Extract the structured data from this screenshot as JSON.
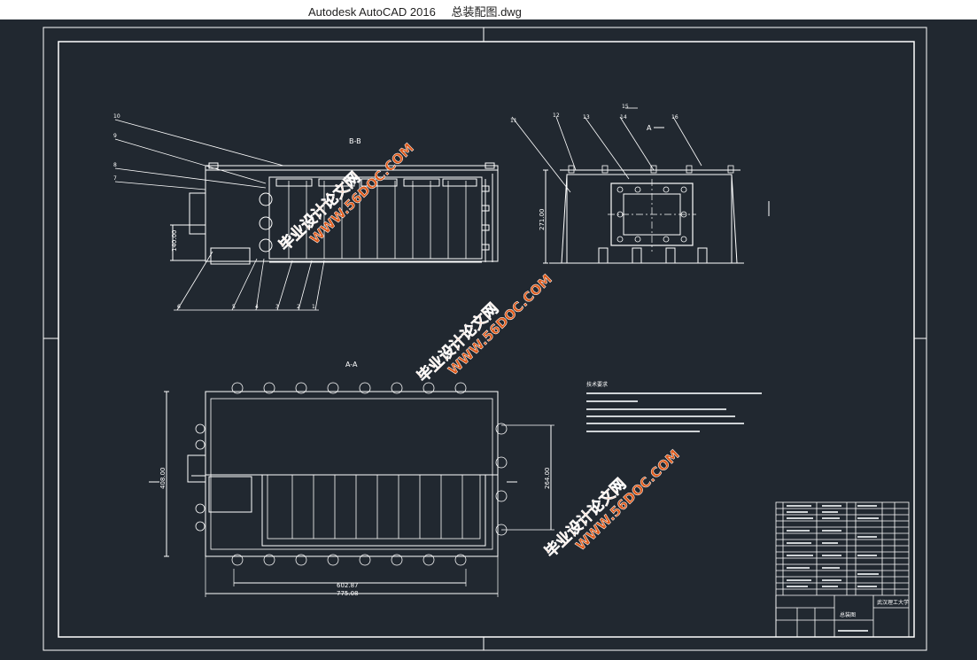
{
  "window": {
    "app_title": "Autodesk AutoCAD 2016",
    "file_name": "总装配图.dwg"
  },
  "drawing": {
    "section_bb_label": "B-B",
    "section_aa_label": "A-A",
    "view_a_label": "A",
    "dims": {
      "height_140": "140.00",
      "height_271": "271.00",
      "height_408": "408.00",
      "height_264": "264.00",
      "width_602": "602.87",
      "width_775": "775.08"
    },
    "leaders_left": [
      "10",
      "9",
      "8",
      "7",
      "6",
      "5",
      "4",
      "3",
      "2",
      "1"
    ],
    "leaders_right": [
      "11",
      "12",
      "13",
      "14",
      "15",
      "16"
    ],
    "tech_title": "技术要求",
    "title_block": {
      "school": "武汉理工大学",
      "drawing_name": "总装图"
    }
  },
  "watermarks": [
    {
      "line1": "毕业设计论文网",
      "line2": "WWW.56DOC.COM"
    },
    {
      "line1": "毕业设计论文网",
      "line2": "WWW.56DOC.COM"
    },
    {
      "line1": "毕业设计论文网",
      "line2": "WWW.56DOC.COM"
    }
  ],
  "colors": {
    "background": "#212830",
    "line": "#ffffff",
    "watermark": "#e05a1a"
  }
}
